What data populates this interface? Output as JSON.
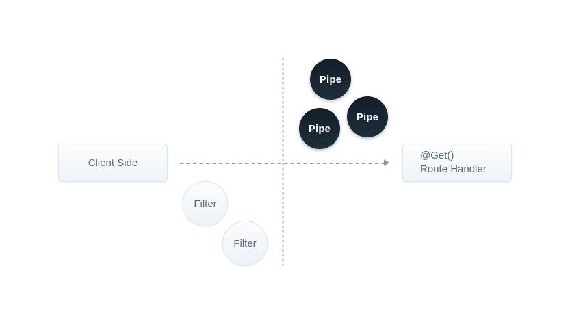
{
  "diagram": {
    "client_box": {
      "label": "Client Side"
    },
    "route_box": {
      "decorator": "@Get()",
      "handler": "Route Handler"
    },
    "pipes": {
      "labels": [
        "Pipe",
        "Pipe",
        "Pipe"
      ]
    },
    "filters": {
      "labels": [
        "Filter",
        "Filter"
      ]
    },
    "colors": {
      "background": "#ffffff",
      "pipe_fill_top": "#131e29",
      "pipe_fill_bottom": "#1f2d3c",
      "pipe_text": "#ffffff",
      "node_fill_top": "#fcfdfe",
      "node_fill_bottom": "#eef3f8",
      "node_border": "#dde5ed",
      "label_text": "#5c6b7a",
      "arrow": "#8d98a5",
      "divider": "#cfd6de"
    }
  }
}
